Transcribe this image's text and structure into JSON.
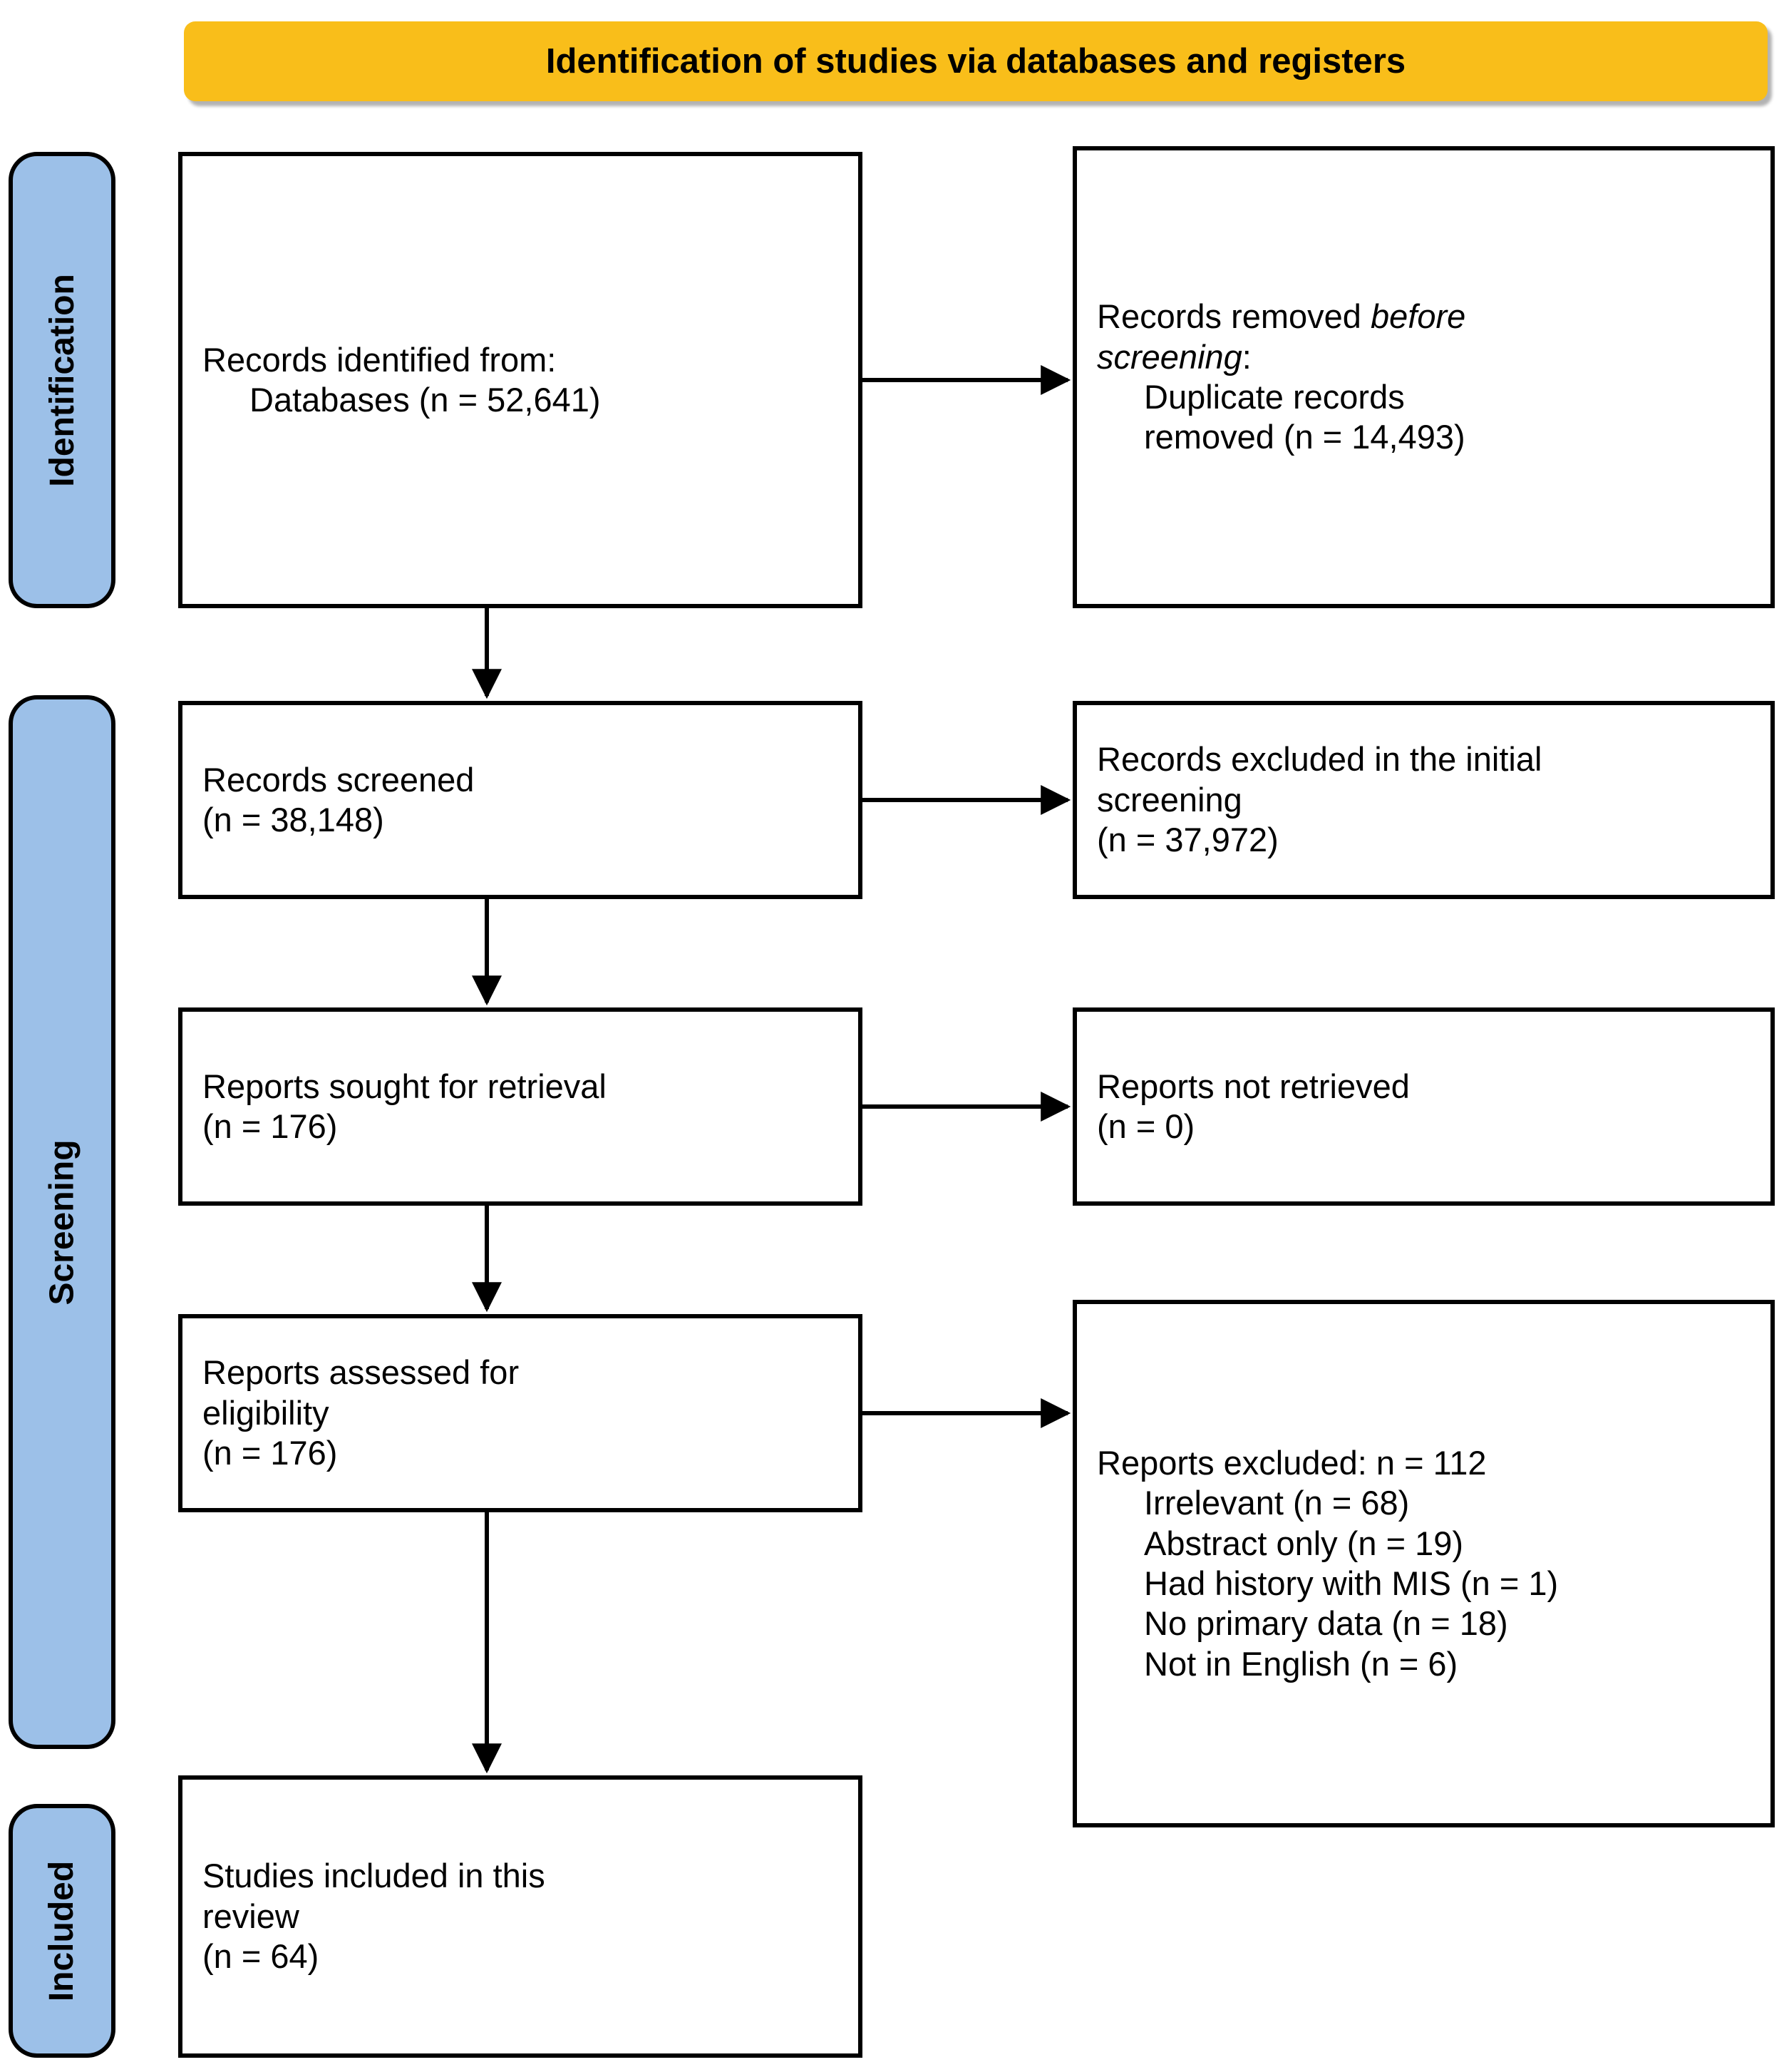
{
  "header": {
    "title": "Identification of studies via databases and registers",
    "background_color": "#F9BE1A"
  },
  "stages": [
    {
      "id": "identification",
      "label": "Identification",
      "background_color": "#9CC0E8"
    },
    {
      "id": "screening",
      "label": "Screening",
      "background_color": "#9CC0E8"
    },
    {
      "id": "included",
      "label": "Included",
      "background_color": "#9CC0E8"
    }
  ],
  "boxes": {
    "identified": {
      "line1": "Records identified from:",
      "line2": "Databases (n = 52,641)"
    },
    "removed": {
      "line1_plain": "Records removed ",
      "line1_italic": "before",
      "line2_italic": "screening",
      "line2_plain": ":",
      "line3": "Duplicate records",
      "line4": "removed (n = 14,493)"
    },
    "screened": {
      "line1": "Records screened",
      "line2": "(n = 38,148)"
    },
    "excluded_initial": {
      "line1": "Records excluded in the initial",
      "line2": "screening",
      "line3": "(n = 37,972)"
    },
    "sought": {
      "line1": "Reports sought for retrieval",
      "line2": "(n = 176)"
    },
    "not_retrieved": {
      "line1": "Reports not retrieved",
      "line2": "(n = 0)"
    },
    "assessed": {
      "line1": "Reports assessed for",
      "line2": "eligibility",
      "line3": "(n = 176)"
    },
    "reports_excluded": {
      "line1": "Reports excluded: n = 112",
      "reasons": [
        "Irrelevant (n = 68)",
        "Abstract only (n = 19)",
        "Had history with MIS (n = 1)",
        "No primary data (n = 18)",
        "Not in English (n = 6)"
      ]
    },
    "included": {
      "line1": "Studies included in this",
      "line2": "review",
      "line3": "(n = 64)"
    }
  },
  "chart_data": {
    "type": "diagram",
    "title": "Identification of studies via databases and registers",
    "nodes": [
      {
        "id": "identified",
        "stage": "Identification",
        "column": "left",
        "label": "Records identified from: Databases",
        "n": 52641
      },
      {
        "id": "removed",
        "stage": "Identification",
        "column": "right",
        "label": "Records removed before screening: Duplicate records removed",
        "n": 14493
      },
      {
        "id": "screened",
        "stage": "Screening",
        "column": "left",
        "label": "Records screened",
        "n": 38148
      },
      {
        "id": "excluded_initial",
        "stage": "Screening",
        "column": "right",
        "label": "Records excluded in the initial screening",
        "n": 37972
      },
      {
        "id": "sought",
        "stage": "Screening",
        "column": "left",
        "label": "Reports sought for retrieval",
        "n": 176
      },
      {
        "id": "not_retrieved",
        "stage": "Screening",
        "column": "right",
        "label": "Reports not retrieved",
        "n": 0
      },
      {
        "id": "assessed",
        "stage": "Screening",
        "column": "left",
        "label": "Reports assessed for eligibility",
        "n": 176
      },
      {
        "id": "reports_excluded",
        "stage": "Screening",
        "column": "right",
        "label": "Reports excluded",
        "n": 112,
        "breakdown": [
          {
            "reason": "Irrelevant",
            "n": 68
          },
          {
            "reason": "Abstract only",
            "n": 19
          },
          {
            "reason": "Had history with MIS",
            "n": 1
          },
          {
            "reason": "No primary data",
            "n": 18
          },
          {
            "reason": "Not in English",
            "n": 6
          }
        ]
      },
      {
        "id": "included",
        "stage": "Included",
        "column": "left",
        "label": "Studies included in this review",
        "n": 64
      }
    ],
    "edges": [
      {
        "from": "identified",
        "to": "removed",
        "direction": "right"
      },
      {
        "from": "identified",
        "to": "screened",
        "direction": "down"
      },
      {
        "from": "screened",
        "to": "excluded_initial",
        "direction": "right"
      },
      {
        "from": "screened",
        "to": "sought",
        "direction": "down"
      },
      {
        "from": "sought",
        "to": "not_retrieved",
        "direction": "right"
      },
      {
        "from": "sought",
        "to": "assessed",
        "direction": "down"
      },
      {
        "from": "assessed",
        "to": "reports_excluded",
        "direction": "right"
      },
      {
        "from": "assessed",
        "to": "included",
        "direction": "down"
      }
    ]
  }
}
